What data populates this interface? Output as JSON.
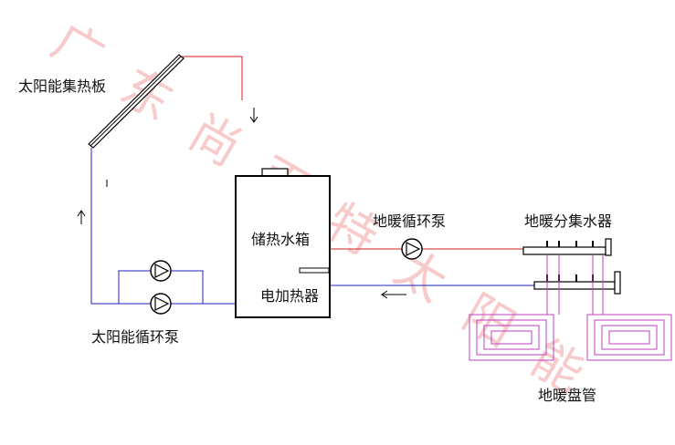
{
  "labels": {
    "solar_panel": "太阳能集热板",
    "solar_pump": "太阳能循环泵",
    "tank": "储热水箱",
    "heater": "电加热器",
    "floor_pump": "地暖循环泵",
    "manifold": "地暖分集水器",
    "coil": "地暖盘管"
  },
  "watermark": "广东尚而特太阳能",
  "colors": {
    "supply_line": "#d02020",
    "return_line": "#2020c0",
    "coil": "#c040c0",
    "outline": "#000000",
    "watermark": "#f2a2a2"
  },
  "icons": {
    "pump": "pump-icon",
    "arrow_down": "arrow-down-icon",
    "arrow_up": "arrow-up-icon",
    "arrow_left": "arrow-left-icon"
  }
}
